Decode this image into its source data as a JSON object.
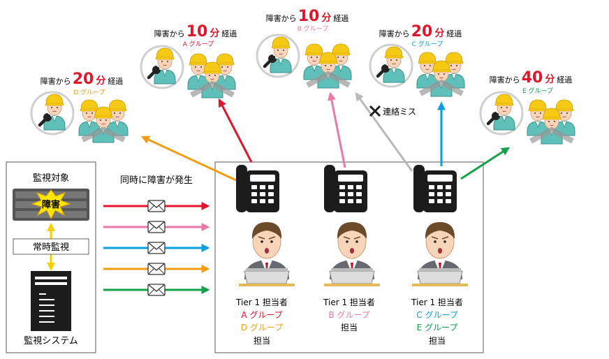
{
  "colors": {
    "red": "#e0162b",
    "pink": "#e879a8",
    "blue": "#0a9ee0",
    "orange": "#f39c12",
    "green": "#15a04a",
    "gray": "#b8b8b8",
    "helmet": "#f6c915",
    "shirt": "#5fbfb9"
  },
  "monitor": {
    "target_label": "監視対象",
    "failure_label": "障害",
    "always_label": "常時監視",
    "system_label": "監視システム",
    "simultaneous_label": "同時に障害が発生"
  },
  "call_failure_label": "連絡ミス",
  "groups": [
    {
      "prefix": "障害から",
      "number": "20",
      "unit": "分",
      "suffix": "経過",
      "group_label": "D グループ",
      "color": "#f39c12"
    },
    {
      "prefix": "障害から",
      "number": "10",
      "unit": "分",
      "suffix": "経過",
      "group_label": "A グループ",
      "color": "#e0162b"
    },
    {
      "prefix": "障害から",
      "number": "10",
      "unit": "分",
      "suffix": "経過",
      "group_label": "B グループ",
      "color": "#e879a8"
    },
    {
      "prefix": "障害から",
      "number": "20",
      "unit": "分",
      "suffix": "経過",
      "group_label": "C グループ",
      "color": "#0a9ee0"
    },
    {
      "prefix": "障害から",
      "number": "40",
      "unit": "分",
      "suffix": "経過",
      "group_label": "E グループ",
      "color": "#15a04a"
    }
  ],
  "operators": [
    {
      "title": "Tier 1 担当者",
      "lines": [
        {
          "text": "A グループ",
          "color": "#e0162b"
        },
        {
          "text": "D グループ",
          "color": "#f39c12"
        }
      ],
      "tail": "担当"
    },
    {
      "title": "Tier 1 担当者",
      "lines": [
        {
          "text": "B グループ",
          "color": "#e879a8"
        }
      ],
      "tail": "担当"
    },
    {
      "title": "Tier 1 担当者",
      "lines": [
        {
          "text": "C グループ",
          "color": "#0a9ee0"
        },
        {
          "text": "E グループ",
          "color": "#15a04a"
        }
      ],
      "tail": "担当"
    }
  ]
}
